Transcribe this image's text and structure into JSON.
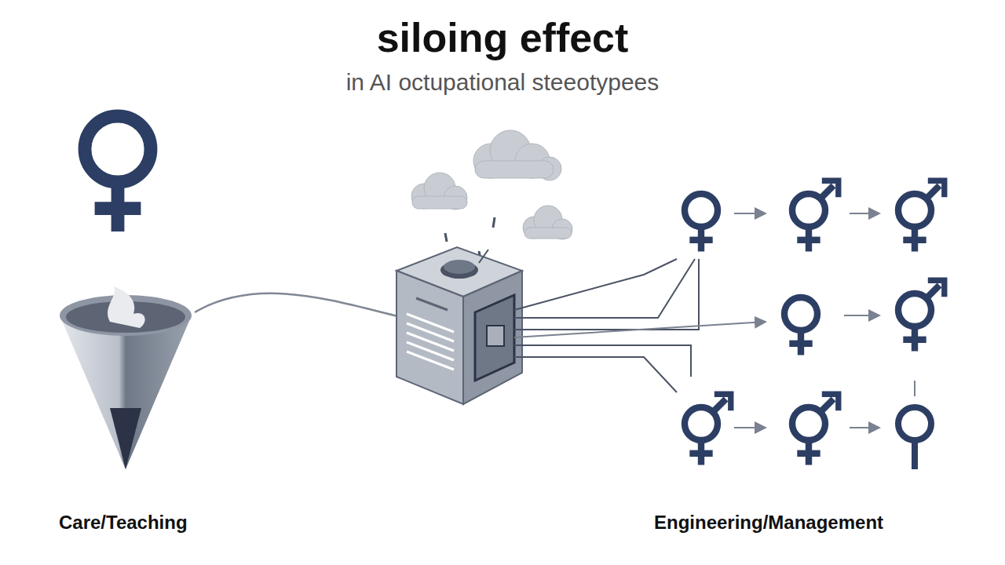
{
  "diagram": {
    "title": "siloing effect",
    "labels": [
      "in AI octupational steeotypees",
      "Care/Teaching",
      "Engineering/Management"
    ]
  }
}
